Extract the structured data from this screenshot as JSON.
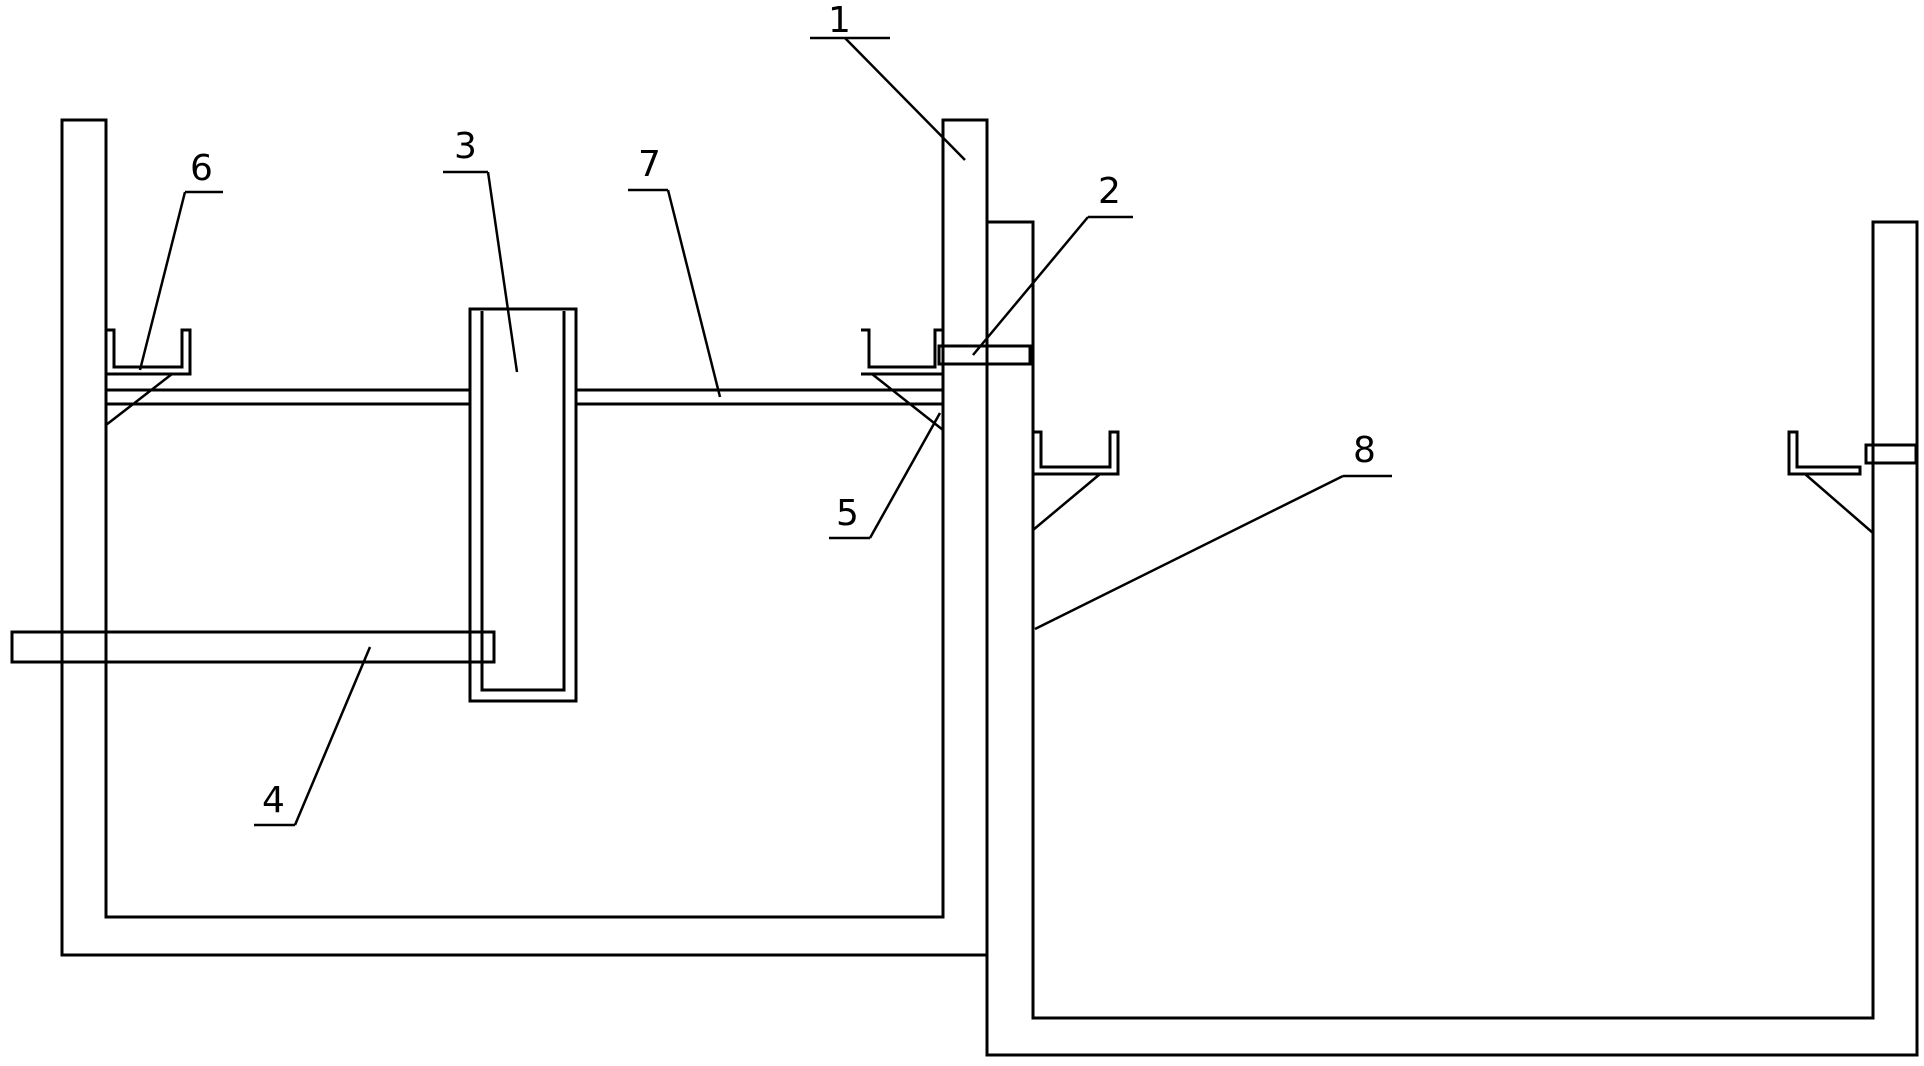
{
  "diagram": {
    "labels": [
      {
        "id": "1",
        "text": "1"
      },
      {
        "id": "2",
        "text": "2"
      },
      {
        "id": "3",
        "text": "3"
      },
      {
        "id": "4",
        "text": "4"
      },
      {
        "id": "5",
        "text": "5"
      },
      {
        "id": "6",
        "text": "6"
      },
      {
        "id": "7",
        "text": "7"
      },
      {
        "id": "8",
        "text": "8"
      }
    ],
    "line_color": "#000000",
    "background": "#ffffff"
  }
}
